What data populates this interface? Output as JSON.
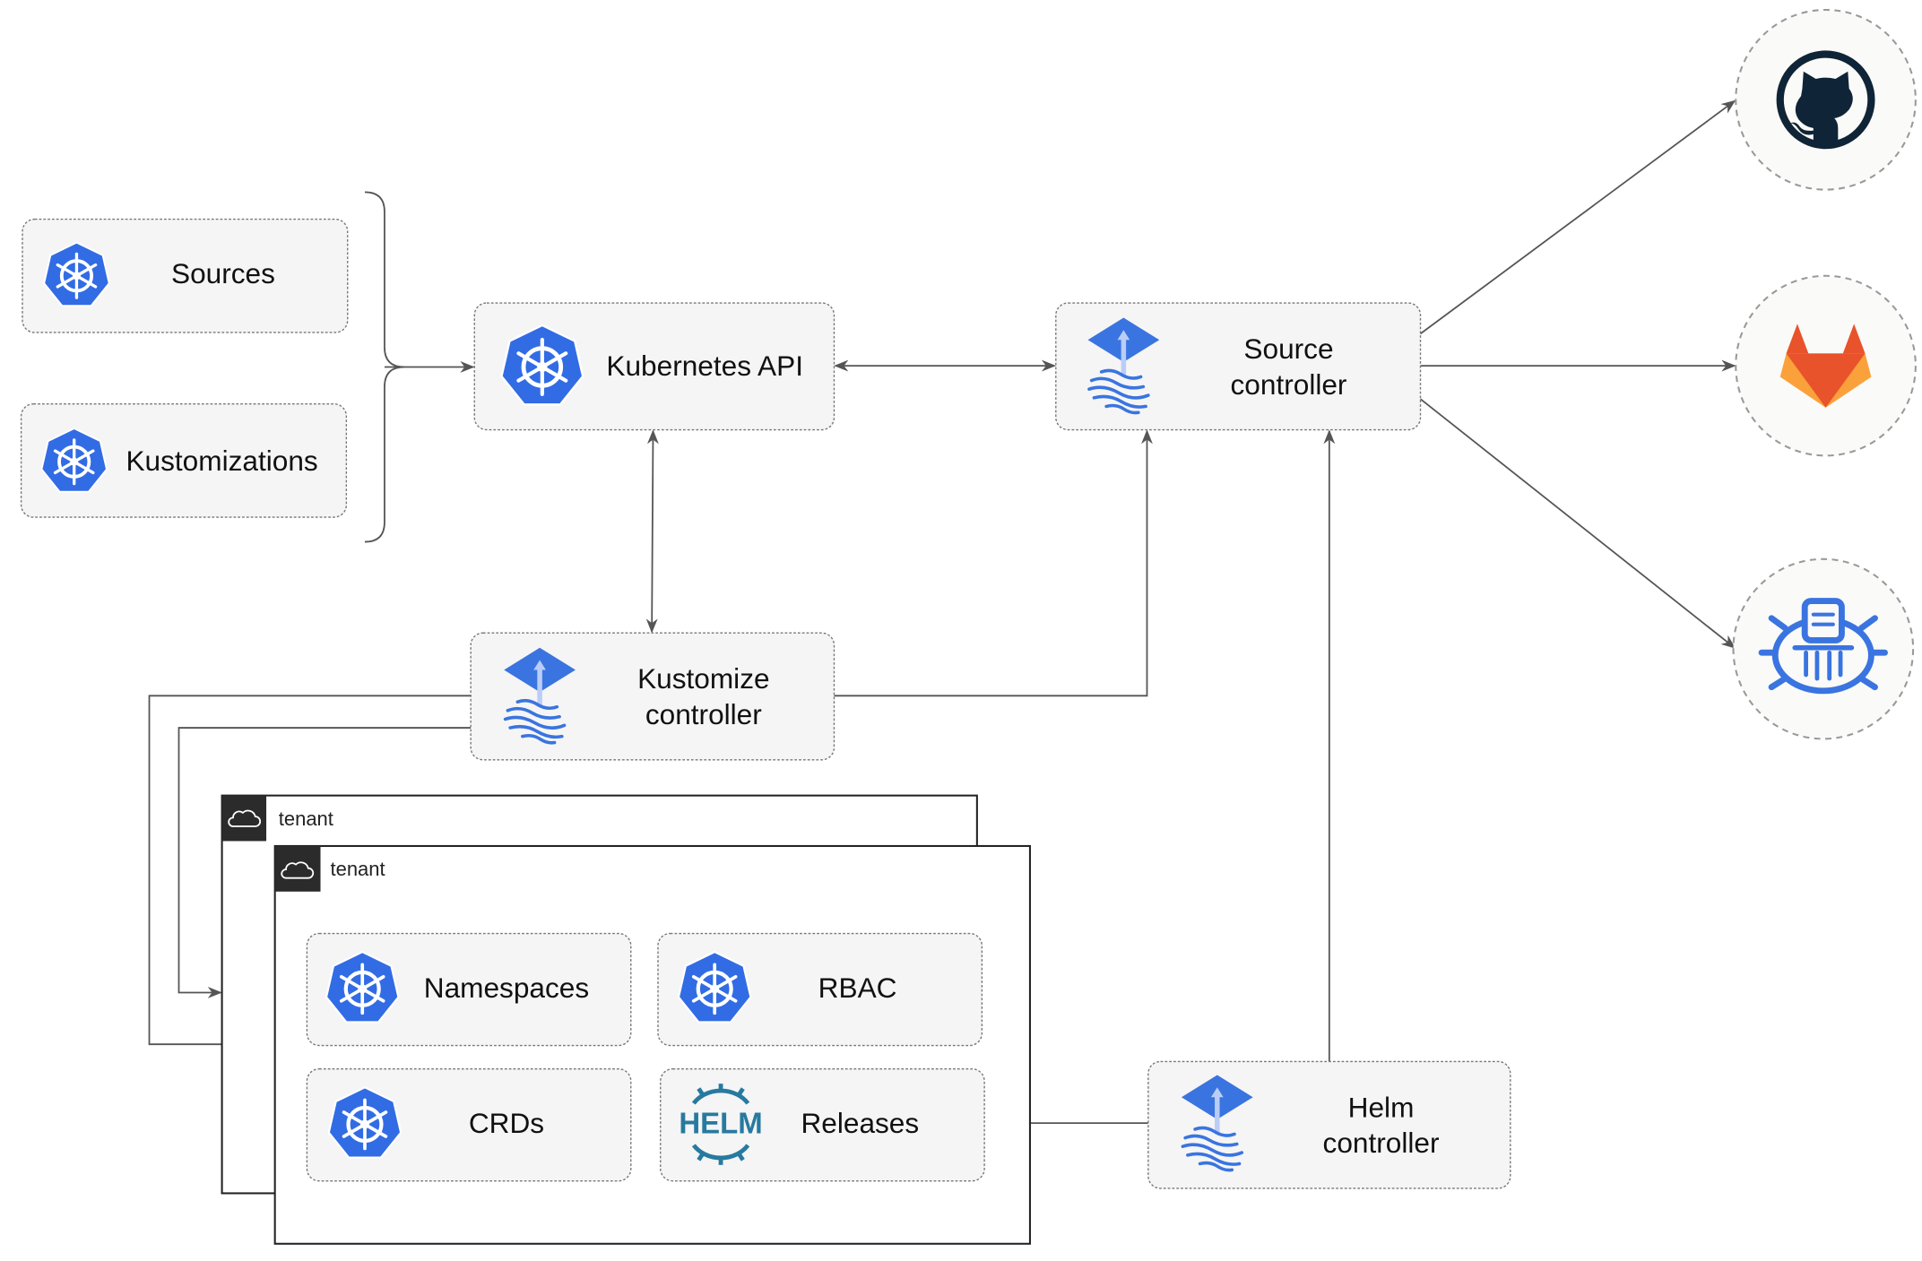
{
  "colors": {
    "k8s_blue": "#326ce5",
    "flux_blue": "#3a74e0",
    "edge": "#555555",
    "box_fill": "#f5f5f5",
    "github": "#0f2436",
    "gitlab_red": "#e8532b",
    "gitlab_orange": "#fba13b",
    "helm": "#277a9f"
  },
  "left": {
    "sources": "Sources",
    "kustomizations": "Kustomizations"
  },
  "nodes": {
    "kubernetes_api": "Kubernetes API",
    "source_controller": [
      "Source",
      "controller"
    ],
    "kustomize_controller": [
      "Kustomize",
      "controller"
    ],
    "helm_controller": [
      "Helm",
      "controller"
    ]
  },
  "tenants": {
    "outer_label": "tenant",
    "inner_label": "tenant",
    "items": {
      "namespaces": "Namespaces",
      "rbac": "RBAC",
      "crds": "CRDs",
      "releases": "Releases"
    }
  },
  "helm_logo": "HELM",
  "external": [
    {
      "icon": "github-icon"
    },
    {
      "icon": "gitlab-icon"
    },
    {
      "icon": "bucket-icon"
    }
  ]
}
